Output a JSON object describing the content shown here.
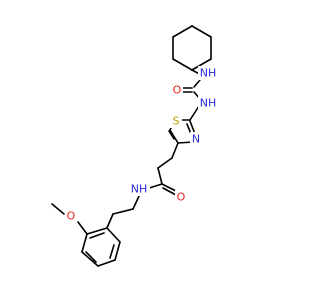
{
  "colors": {
    "bond": "#000000",
    "carbon": "#000000",
    "nitrogen": "#2a2ad6",
    "oxygen": "#e8231f",
    "sulfur": "#b7a000"
  },
  "atoms": [
    {
      "id": "nh_urea_top",
      "text": "NH",
      "element": "N"
    },
    {
      "id": "o_urea",
      "text": "O",
      "element": "O"
    },
    {
      "id": "nh_urea_bottom",
      "text": "NH",
      "element": "N"
    },
    {
      "id": "s_thiazole",
      "text": "S",
      "element": "S"
    },
    {
      "id": "n_thiazole",
      "text": "N",
      "element": "N"
    },
    {
      "id": "nh_amide",
      "text": "NH",
      "element": "N"
    },
    {
      "id": "o_amide",
      "text": "O",
      "element": "O"
    },
    {
      "id": "o_methoxy",
      "text": "O",
      "element": "O"
    }
  ]
}
